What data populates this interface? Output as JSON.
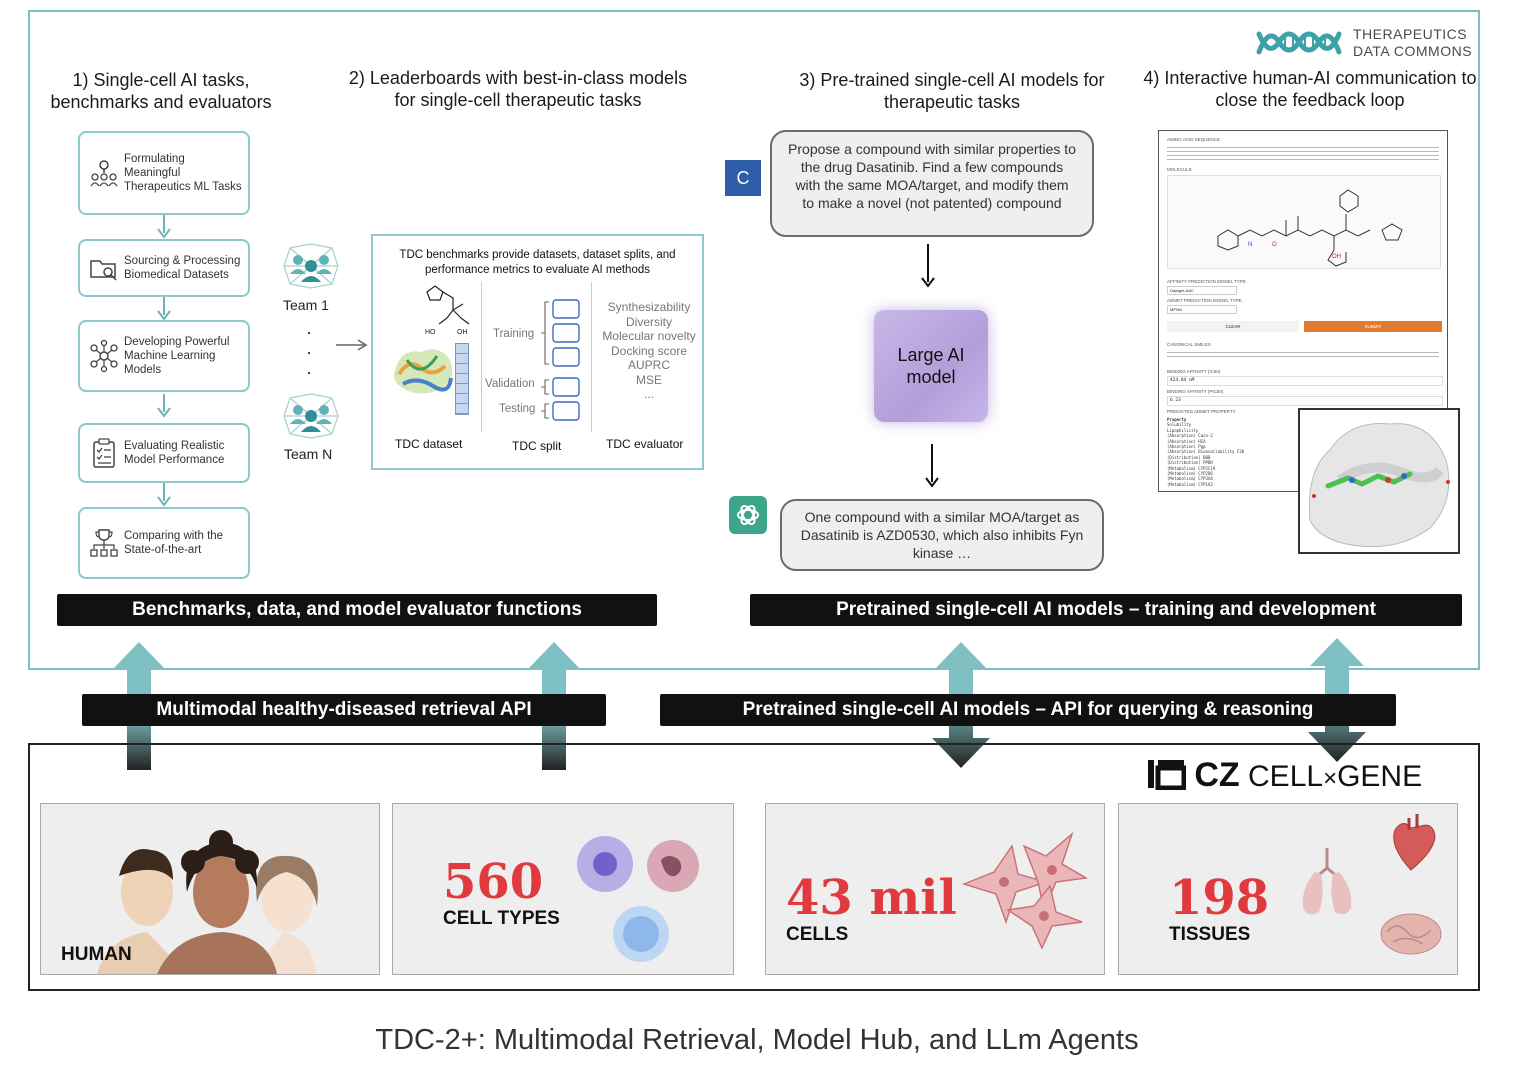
{
  "logo": {
    "line1": "THERAPEUTICS",
    "line2": "DATA COMMONS"
  },
  "columns": {
    "col1": "1) Single-cell AI tasks, benchmarks and evaluators",
    "col2": "2) Leaderboards with best-in-class models for single-cell therapeutic tasks",
    "col3": "3) Pre-trained single-cell AI models for therapeutic tasks",
    "col4": "4) Interactive human-AI communication to close the feedback loop"
  },
  "steps": [
    {
      "label": "Formulating Meaningful Therapeutics ML Tasks",
      "icon": "map-pin-people-icon"
    },
    {
      "label": "Sourcing & Processing Biomedical Datasets",
      "icon": "folder-search-icon"
    },
    {
      "label": "Developing Powerful Machine Learning Models",
      "icon": "neural-network-icon"
    },
    {
      "label": "Evaluating Realistic Model Performance",
      "icon": "clipboard-checklist-icon"
    },
    {
      "label": "Comparing with the State-of-the-art",
      "icon": "trophy-hierarchy-icon"
    }
  ],
  "leaderboard": {
    "team_first": "Team 1",
    "team_last": "Team N",
    "dots": "·",
    "bench_title": "TDC benchmarks provide datasets, dataset splits, and performance metrics to evaluate AI methods",
    "split_labels": [
      "Training",
      "Validation",
      "Testing"
    ],
    "evaluators": [
      "Synthesizability",
      "Diversity",
      "Molecular novelty",
      "Docking score",
      "AUPRC",
      "MSE",
      "..."
    ],
    "dataset_label": "TDC dataset",
    "split_label": "TDC split",
    "evaluator_label": "TDC evaluator"
  },
  "llm": {
    "claude_badge": "C",
    "prompt": "Propose a compound with similar properties to the drug Dasatinib. Find a few compounds with the same MOA/target, and modify them to make a novel (not patented) compound",
    "model_label": "Large AI model",
    "response": "One compound with a similar MOA/target as Dasatinib is AZD0530, which also inhibits Fyn kinase …"
  },
  "interactive_ui": {
    "labels": [
      "AMINO ACID SEQUENCE",
      "MOLECULE",
      "AFFINITY PREDICTION MODEL TYPE",
      "ADMET PREDICTION MODEL TYPE",
      "CANONICAL SMILES",
      "BINDING AFFINITY (IC50)",
      "BINDING AFFINITY (PIC50)",
      "PREDICTED ADMET PROPERTY"
    ],
    "select1": "Daylight-AAC",
    "select2": "MPNN",
    "clear_btn": "CLEAR",
    "submit_btn": "SUBMIT",
    "ic50_value": "424.84 nM",
    "pic50_value": "6.23",
    "property_header": "Property",
    "properties": [
      "Solubility",
      "Lipophilicity",
      "(Absorption) Caco-2",
      "(Absorption) HIA",
      "(Absorption) Pgp",
      "(Absorption) Bioavailability F20",
      "(Distribution) BBB",
      "(Distribution) PPBR",
      "(Metabolism) CYP2C19",
      "(Metabolism) CYP2D6",
      "(Metabolism) CYP3A4",
      "(Metabolism) CYP1A2"
    ]
  },
  "bars": {
    "left_top": "Benchmarks, data, and model evaluator functions",
    "right_top": "Pretrained single-cell AI models – training and development",
    "left_mid": "Multimodal healthy-diseased retrieval API",
    "right_mid": "Pretrained single-cell AI models – API for querying & reasoning"
  },
  "czi": {
    "mark": "CZ",
    "name": "CELL",
    "times": "×",
    "name2": "GENE"
  },
  "stats": {
    "human_label": "HUMAN",
    "cell_types_num": "560",
    "cell_types_label": "CELL TYPES",
    "cells_num": "43 mil",
    "cells_label": "CELLS",
    "tissues_num": "198",
    "tissues_label": "TISSUES"
  },
  "caption": "TDC-2+: Multimodal Retrieval, Model Hub, and LLm Agents",
  "colors": {
    "teal": "#7fbfc1",
    "red": "#e03a3e",
    "bar": "#111111",
    "claude": "#2d5ea7",
    "gpt": "#3da58a",
    "orange": "#e07b30"
  }
}
